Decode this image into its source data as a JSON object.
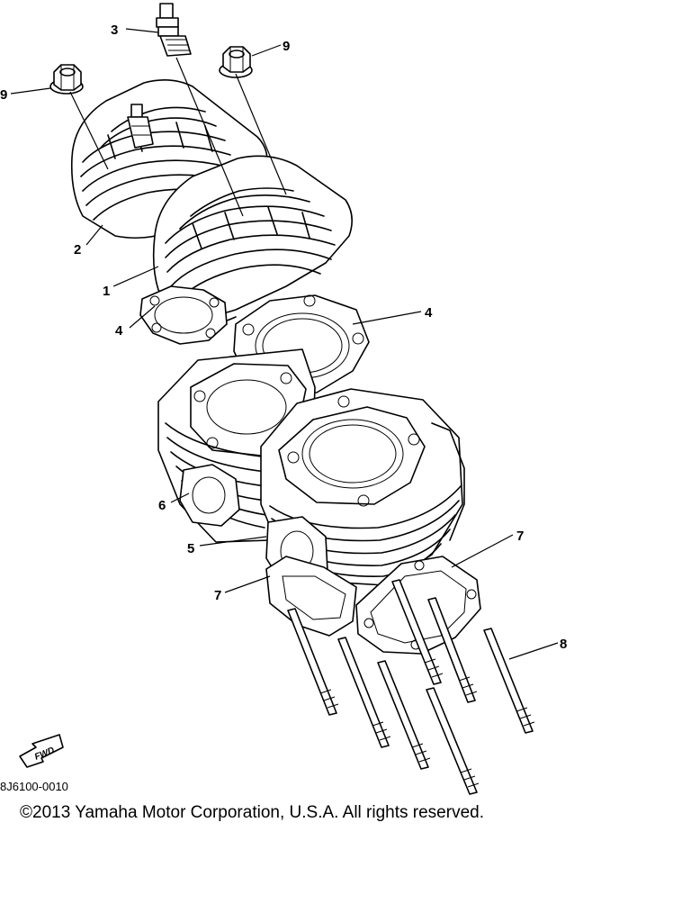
{
  "callouts": {
    "c1": "1",
    "c2": "2",
    "c3": "3",
    "c4a": "4",
    "c4b": "4",
    "c5": "5",
    "c6": "6",
    "c7a": "7",
    "c7b": "7",
    "c8": "8",
    "c9a": "9",
    "c9b": "9"
  },
  "fwd_label": "FWD",
  "diagram_code": "8J6100-0010",
  "copyright": "©2013 Yamaha Motor Corporation, U.S.A. All rights reserved."
}
